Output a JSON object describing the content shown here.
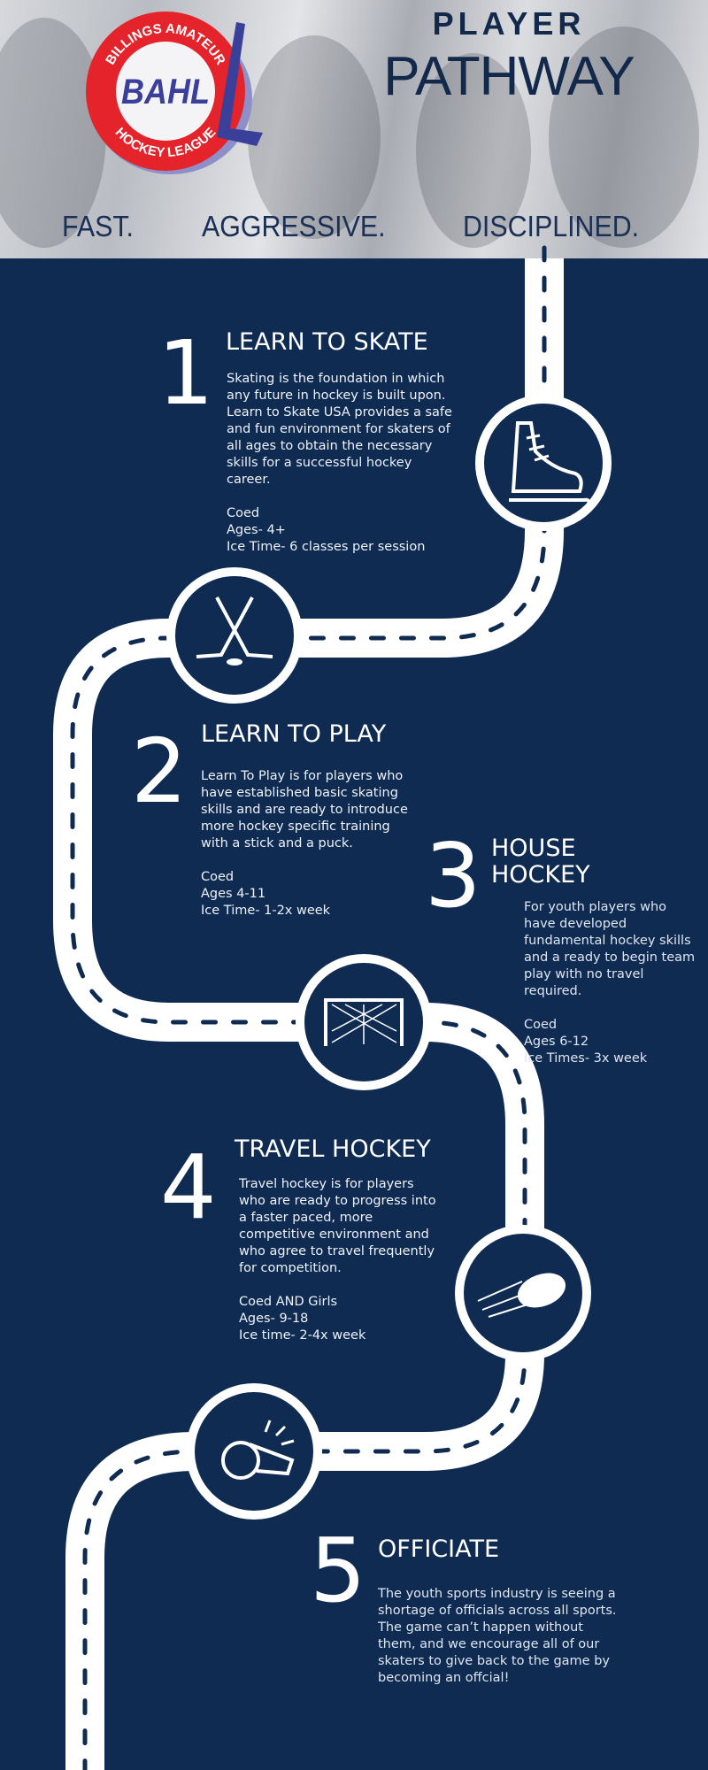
{
  "header": {
    "logo": {
      "top_text": "BILLINGS AMATEUR",
      "center_text": "BAHL",
      "bottom_text": "HOCKEY LEAGUE"
    },
    "title_line1": "PLAYER",
    "title_line2": "PATHWAY",
    "taglines": [
      "FAST.",
      "AGGRESSIVE.",
      "DISCIPLINED."
    ]
  },
  "colors": {
    "navy": "#0f2b52",
    "road": "#ffffff",
    "logo_red": "#e4232b",
    "logo_blue": "#3a3f9a"
  },
  "steps": [
    {
      "number": "1",
      "title": "LEARN TO SKATE",
      "icon": "ice-skate-icon",
      "description": "Skating is the foundation in which any future in hockey is built upon. Learn to Skate USA provides a safe and fun environment for skaters of all ages to obtain the necessary skills for a successful hockey career.",
      "details": [
        "Coed",
        "Ages- 4+",
        "Ice Time- 6 classes per session"
      ]
    },
    {
      "number": "2",
      "title": "LEARN TO PLAY",
      "icon": "crossed-sticks-icon",
      "description": "Learn To Play is for players who have established basic skating skills and are ready to introduce more hockey specific training with a stick and a puck.",
      "details": [
        "Coed",
        "Ages 4-11",
        "Ice Time- 1-2x week"
      ]
    },
    {
      "number": "3",
      "title": "HOUSE HOCKEY",
      "icon": "hockey-net-icon",
      "description": "For youth players who have developed fundamental hockey skills and a ready to begin team play with no travel required.",
      "details": [
        "Coed",
        "Ages 6-12",
        "Ice Times- 3x week"
      ]
    },
    {
      "number": "4",
      "title": "TRAVEL HOCKEY",
      "icon": "puck-icon",
      "description": "Travel hockey is for players who are ready to progress into a faster paced, more competitive environment and who agree to travel frequently for competition.",
      "details": [
        "Coed AND Girls",
        "Ages- 9-18",
        "Ice time- 2-4x week"
      ]
    },
    {
      "number": "5",
      "title": "OFFICIATE",
      "icon": "whistle-icon",
      "description": "The youth sports industry is seeing a shortage of officials across all sports. The game can’t happen without them, and we encourage all of our skaters to give back to the game by becoming an offcial!",
      "details": []
    }
  ]
}
